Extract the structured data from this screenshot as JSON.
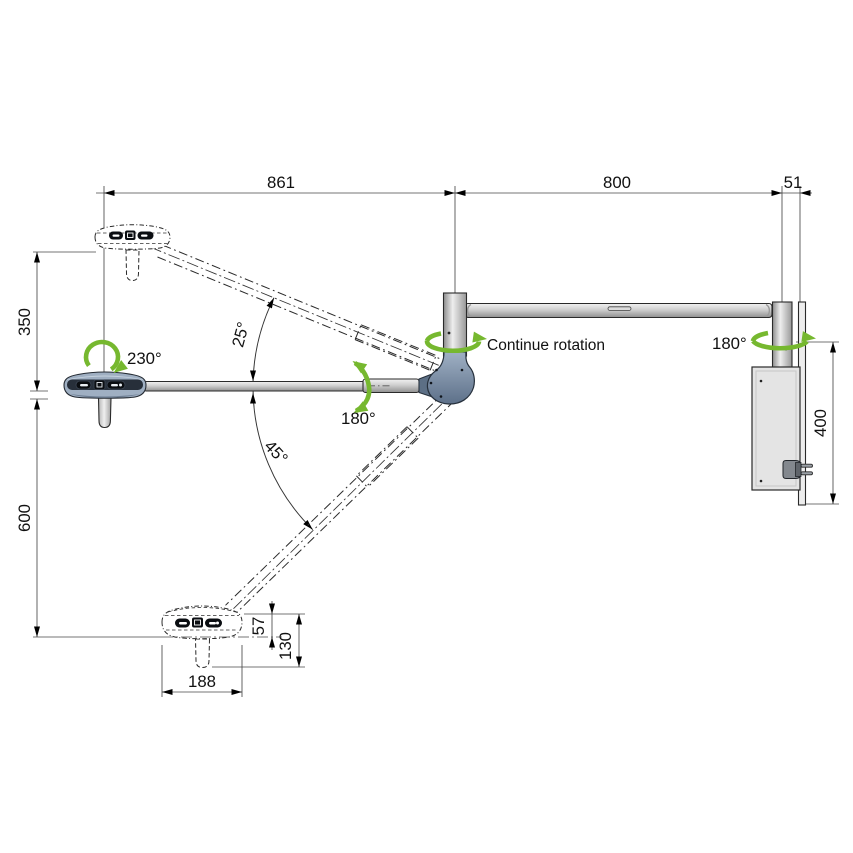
{
  "dimensions": {
    "d861": "861",
    "d800": "800",
    "d51": "51",
    "d350": "350",
    "d600": "600",
    "d400": "400",
    "d57": "57",
    "d130": "130",
    "d188": "188"
  },
  "angles": {
    "a230": "230°",
    "a25": "25°",
    "a45": "45°",
    "a180_elbow": "180°",
    "a180_wall": "180°"
  },
  "labels": {
    "continue_rotation": "Continue rotation"
  },
  "colors": {
    "rotation_arrow_green": "#76b82f",
    "joint_steel_blue": "#7e92a9",
    "metal_light": "#e3e3e3",
    "line_dark": "#2a2a2a"
  }
}
